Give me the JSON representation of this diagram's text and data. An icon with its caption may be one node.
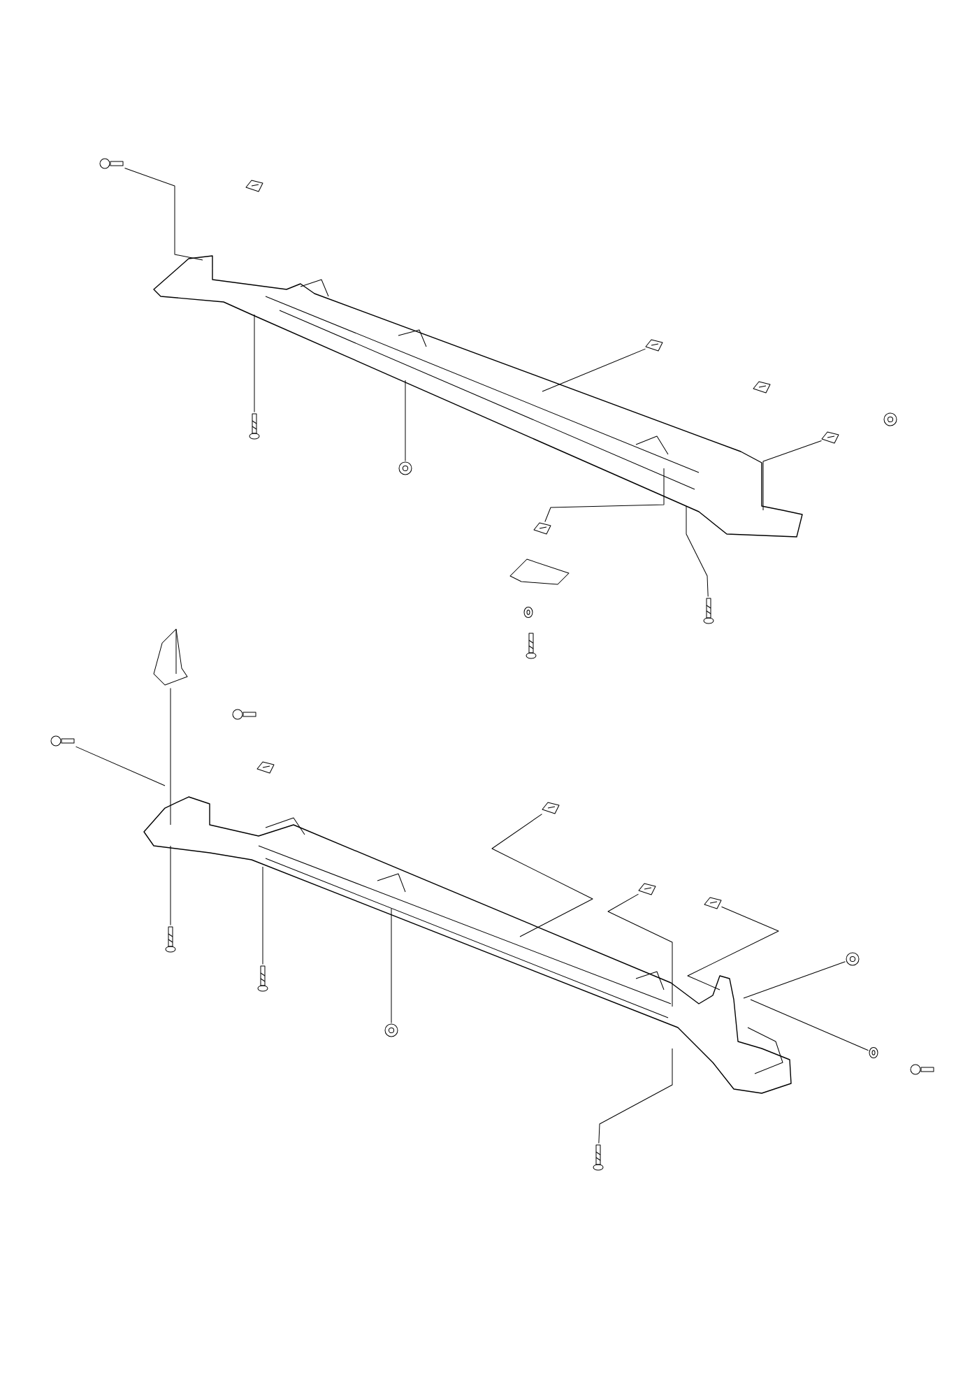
{
  "diagram": {
    "nodes": [
      {
        "text": [],
        "shape": "picture"
      },
      {
        "text": [],
        "shape": "picture"
      },
      {
        "text": [],
        "shape": "picture"
      },
      {
        "text": [],
        "shape": "picture"
      },
      {
        "text": [],
        "shape": "picture"
      },
      {
        "text": [],
        "shape": "picture"
      },
      {
        "text": [],
        "shape": "picture"
      },
      {
        "text": [],
        "shape": "picture"
      },
      {
        "text": [],
        "shape": "picture"
      },
      {
        "text": [],
        "shape": "picture"
      },
      {
        "text": [],
        "shape": "picture"
      },
      {
        "text": [],
        "shape": "picture"
      },
      {
        "text": [],
        "shape": "picture"
      },
      {
        "text": [],
        "shape": "picture"
      },
      {
        "text": [],
        "shape": "picture"
      },
      {
        "text": [],
        "shape": "picture"
      },
      {
        "text": [],
        "shape": "picture"
      },
      {
        "text": [],
        "shape": "picture"
      },
      {
        "text": [],
        "shape": "picture"
      },
      {
        "text": [],
        "shape": "picture"
      },
      {
        "text": [],
        "shape": "picture"
      },
      {
        "text": [],
        "shape": "picture"
      },
      {
        "text": [],
        "shape": "picture"
      },
      {
        "text": [],
        "shape": "picture"
      },
      {
        "text": [],
        "shape": "picture"
      },
      {
        "text": [],
        "shape": "picture"
      },
      {
        "text": [],
        "shape": "picture"
      },
      {
        "text": [],
        "shape": "picture"
      },
      {
        "text": [],
        "shape": "picture"
      }
    ],
    "edges": [
      {
        "from": 2,
        "to": 0,
        "arrow": "none"
      },
      {
        "from": 7,
        "to": 0,
        "arrow": "none"
      },
      {
        "from": 9,
        "to": 0,
        "arrow": "none"
      },
      {
        "from": 4,
        "to": 0,
        "arrow": "none"
      },
      {
        "from": 8,
        "to": 0,
        "arrow": "none"
      },
      {
        "from": 10,
        "to": 0,
        "arrow": "none"
      },
      {
        "from": 12,
        "to": 0,
        "arrow": "none"
      },
      {
        "from": 15,
        "to": 1,
        "arrow": "none"
      },
      {
        "from": 17,
        "to": 1,
        "arrow": "none"
      },
      {
        "from": 22,
        "to": 1,
        "arrow": "none"
      },
      {
        "from": 24,
        "to": 1,
        "arrow": "none"
      },
      {
        "from": 25,
        "to": 1,
        "arrow": "none"
      },
      {
        "from": 19,
        "to": 1,
        "arrow": "none"
      },
      {
        "from": 20,
        "to": 1,
        "arrow": "none"
      },
      {
        "from": 28,
        "to": 1,
        "arrow": "none"
      },
      {
        "from": 21,
        "to": 1,
        "arrow": "none"
      },
      {
        "from": 23,
        "to": 1,
        "arrow": "none"
      },
      {
        "from": 26,
        "to": 1,
        "arrow": "none"
      }
    ]
  }
}
